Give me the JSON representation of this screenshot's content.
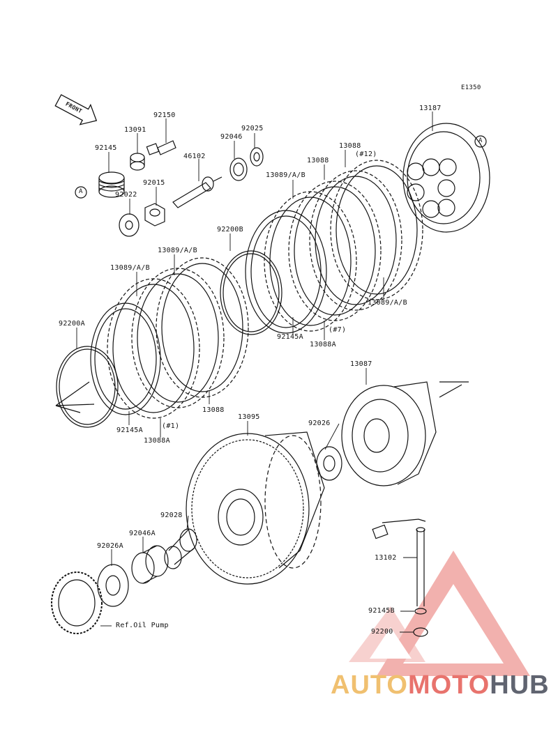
{
  "diagram_id": "E1350",
  "front_label": "FRONT",
  "ref_markers": {
    "a1": "A",
    "a2": "A"
  },
  "parts": {
    "p92150": "92150",
    "p13091": "13091",
    "p92145": "92145",
    "p92015": "92015",
    "p92022": "92022",
    "p46102": "46102",
    "p92046": "92046",
    "p92025": "92025",
    "p13187": "13187",
    "p13088_top": "13088",
    "p12": "(#12)",
    "p13088_b": "13088",
    "p13089ab_1": "13089/A/B",
    "p92200b": "92200B",
    "p13089ab_2": "13089/A/B",
    "p13089ab_3": "13089/A/B",
    "p13089ab_4": "13089/A/B",
    "p92200a": "92200A",
    "p92145a_1": "92145A",
    "p7": "(#7)",
    "p13088a_1": "13088A",
    "p13088_c": "13088",
    "p92145a_2": "92145A",
    "p1": "(#1)",
    "p13088a_2": "13088A",
    "p13095": "13095",
    "p13087": "13087",
    "p92026": "92026",
    "p92028": "92028",
    "p92046a": "92046A",
    "p92026a": "92026A",
    "p13102": "13102",
    "p92145b": "92145B",
    "p92200": "92200",
    "ref_oil_pump": "Ref.Oil Pump"
  },
  "watermark": {
    "part1": "AUTO",
    "part2": "MOTO",
    "part3": "HUB"
  },
  "colors": {
    "line": "#111111",
    "wm_light": "#f0c070",
    "wm_red": "#e8736d",
    "wm_grey": "#606470"
  }
}
